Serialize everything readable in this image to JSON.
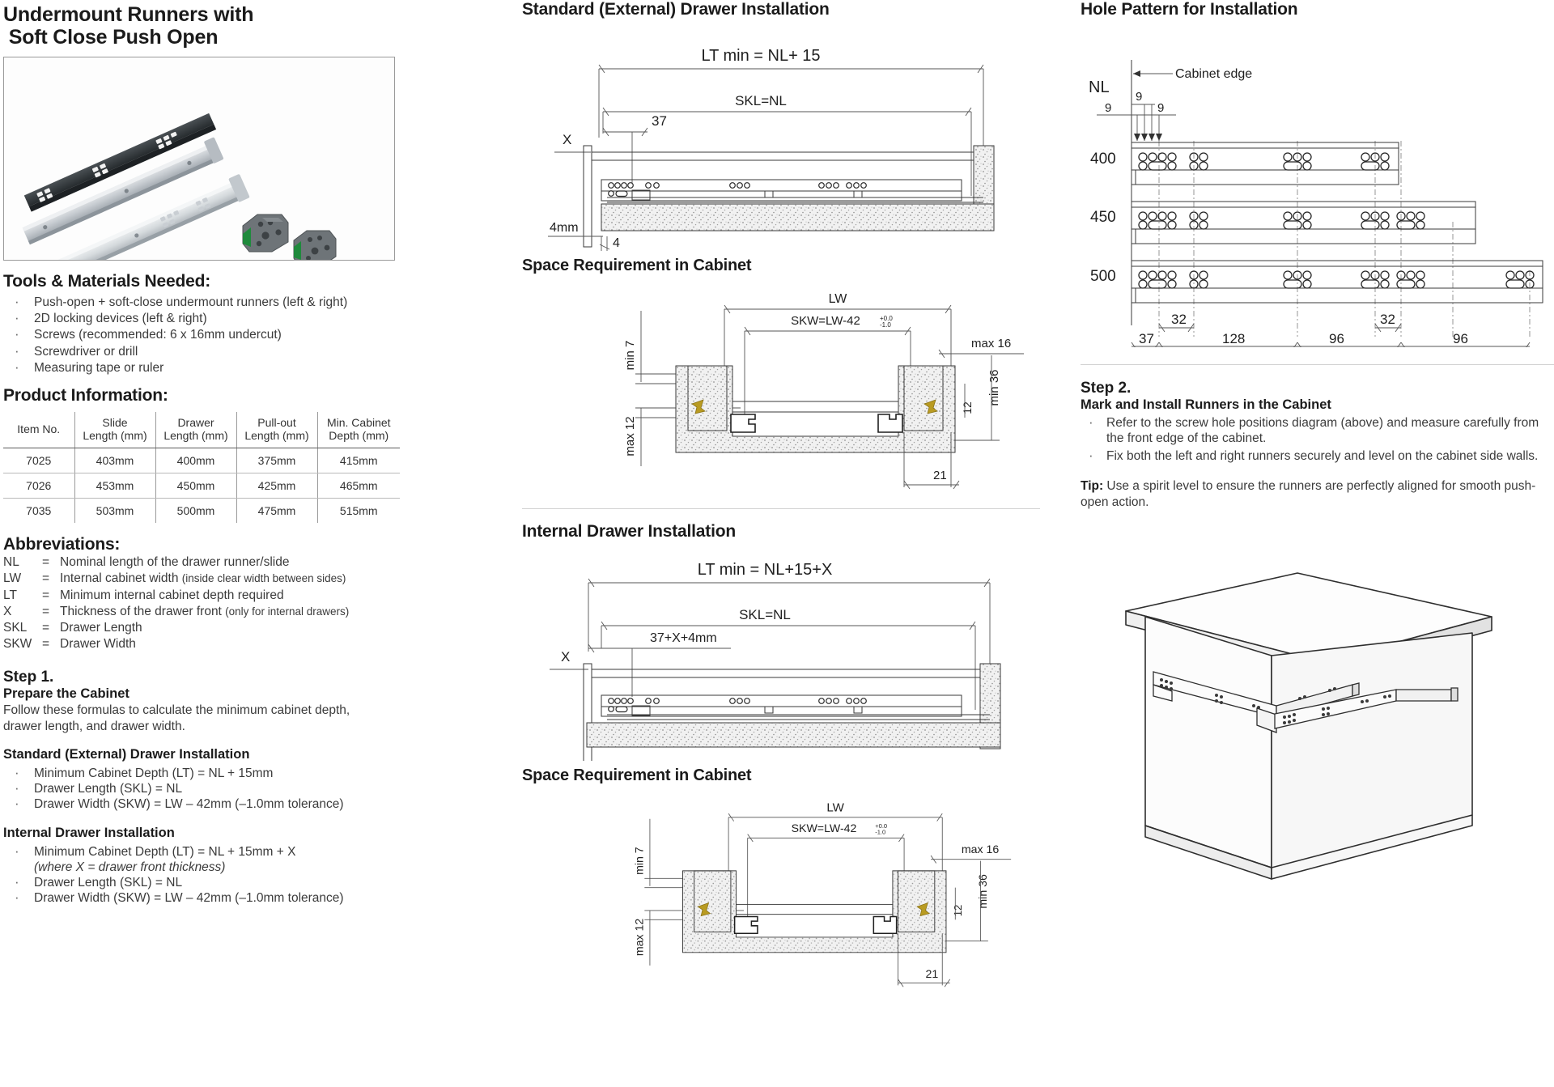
{
  "doc": {
    "title_line1": "Undermount Runners with",
    "title_line2": "Soft Close Push Open"
  },
  "tools": {
    "heading": "Tools & Materials Needed:",
    "items": [
      "Push-open + soft-close undermount runners (left & right)",
      "2D locking devices (left & right)",
      "Screws (recommended: 6 x 16mm undercut)",
      "Screwdriver or drill",
      "Measuring tape or ruler"
    ]
  },
  "product_info": {
    "heading": "Product Information:",
    "columns": [
      "Item No.",
      "Slide\nLength (mm)",
      "Drawer\nLength (mm)",
      "Pull-out\nLength (mm)",
      "Min. Cabinet\nDepth (mm)"
    ],
    "columns_l1": [
      "Item No.",
      "Slide",
      "Drawer",
      "Pull-out",
      "Min. Cabinet"
    ],
    "columns_l2": [
      "",
      "Length (mm)",
      "Length (mm)",
      "Length (mm)",
      "Depth (mm)"
    ],
    "rows": [
      [
        "7025",
        "403mm",
        "400mm",
        "375mm",
        "415mm"
      ],
      [
        "7026",
        "453mm",
        "450mm",
        "425mm",
        "465mm"
      ],
      [
        "7035",
        "503mm",
        "500mm",
        "475mm",
        "515mm"
      ]
    ]
  },
  "abbreviations": {
    "heading": "Abbreviations:",
    "items": [
      {
        "key": "NL",
        "eq": "=",
        "value": "Nominal length of the drawer runner/slide",
        "note": ""
      },
      {
        "key": "LW",
        "eq": "=",
        "value": "Internal cabinet width ",
        "note": "(inside clear width between sides)"
      },
      {
        "key": "LT",
        "eq": "=",
        "value": "Minimum internal cabinet depth required",
        "note": ""
      },
      {
        "key": "X",
        "eq": "=",
        "value": "Thickness of the drawer front ",
        "note": "(only for internal drawers)"
      },
      {
        "key": "SKL",
        "eq": "=",
        "value": "Drawer Length",
        "note": ""
      },
      {
        "key": "SKW",
        "eq": "=",
        "value": "Drawer Width",
        "note": ""
      }
    ]
  },
  "step1": {
    "label": "Step 1.",
    "subtitle": "Prepare the Cabinet",
    "intro": "Follow these formulas to calculate the minimum cabinet depth, drawer length, and drawer width.",
    "standard_heading": "Standard (External) Drawer Installation",
    "standard_items": [
      "Minimum Cabinet Depth (LT) = NL + 15mm",
      "Drawer Length (SKL) = NL",
      "Drawer Width (SKW) = LW – 42mm (–1.0mm tolerance)"
    ],
    "internal_heading": "Internal Drawer Installation",
    "internal_items": [
      "Minimum Cabinet Depth (LT) = NL + 15mm + X",
      "Drawer Length (SKL) = NL",
      "Drawer Width (SKW) = LW – 42mm (–1.0mm tolerance)"
    ],
    "internal_note": "(where X = drawer front thickness)"
  },
  "mid": {
    "standard_heading": "Standard (External) Drawer Installation",
    "standard_diagram": {
      "lt": "LT min = NL+ 15",
      "skl": "SKL=NL",
      "d37": "37",
      "x": "X",
      "d4mm": "4mm",
      "d4": "4"
    },
    "space_heading_1": "Space Requirement in Cabinet",
    "space_diagram_1": {
      "lw": "LW",
      "skw": "SKW=LW-42",
      "skw_tol_up": "+0.0",
      "skw_tol_dn": "-1.0",
      "min7": "min 7",
      "max16": "max 16",
      "min36": "min 36",
      "max12": "max 12",
      "d12": "12",
      "d12b": "12",
      "d21": "21"
    },
    "internal_heading": "Internal Drawer Installation",
    "internal_diagram": {
      "lt": "LT min = NL+15+X",
      "skl": "SKL=NL",
      "d37x": "37+X+4mm",
      "x": "X"
    },
    "space_heading_2": "Space Requirement in Cabinet",
    "space_diagram_2": {
      "lw": "LW",
      "skw": "SKW=LW-42",
      "skw_tol_up": "+0.0",
      "skw_tol_dn": "-1.0",
      "min7": "min 7",
      "max16": "max 16",
      "min36": "min 36",
      "max12": "max 12",
      "d12": "12",
      "d12b": "12",
      "d21": "21"
    }
  },
  "right": {
    "hole_heading": "Hole Pattern for Installation",
    "hole_diagram": {
      "nl_label": "NL",
      "cabinet_edge": "Cabinet edge",
      "nine_left": "9",
      "nine_top": "9",
      "nine_right": "9",
      "rows": [
        {
          "nl": "400"
        },
        {
          "nl": "450"
        },
        {
          "nl": "500"
        }
      ],
      "dims_lower": [
        "37",
        "128",
        "96",
        "96"
      ],
      "dims_upper": [
        "32",
        "32"
      ]
    },
    "step2": {
      "label": "Step 2.",
      "subtitle": "Mark and Install Runners in the Cabinet",
      "items": [
        "Refer to the screw hole positions diagram (above) and measure carefully from the front edge of the cabinet.",
        "Fix both the left and right runners securely and level on the cabinet side walls."
      ],
      "tip_label": "Tip:",
      "tip_text": " Use a spirit level to ensure the runners are perfectly aligned for smooth push-open action."
    }
  }
}
